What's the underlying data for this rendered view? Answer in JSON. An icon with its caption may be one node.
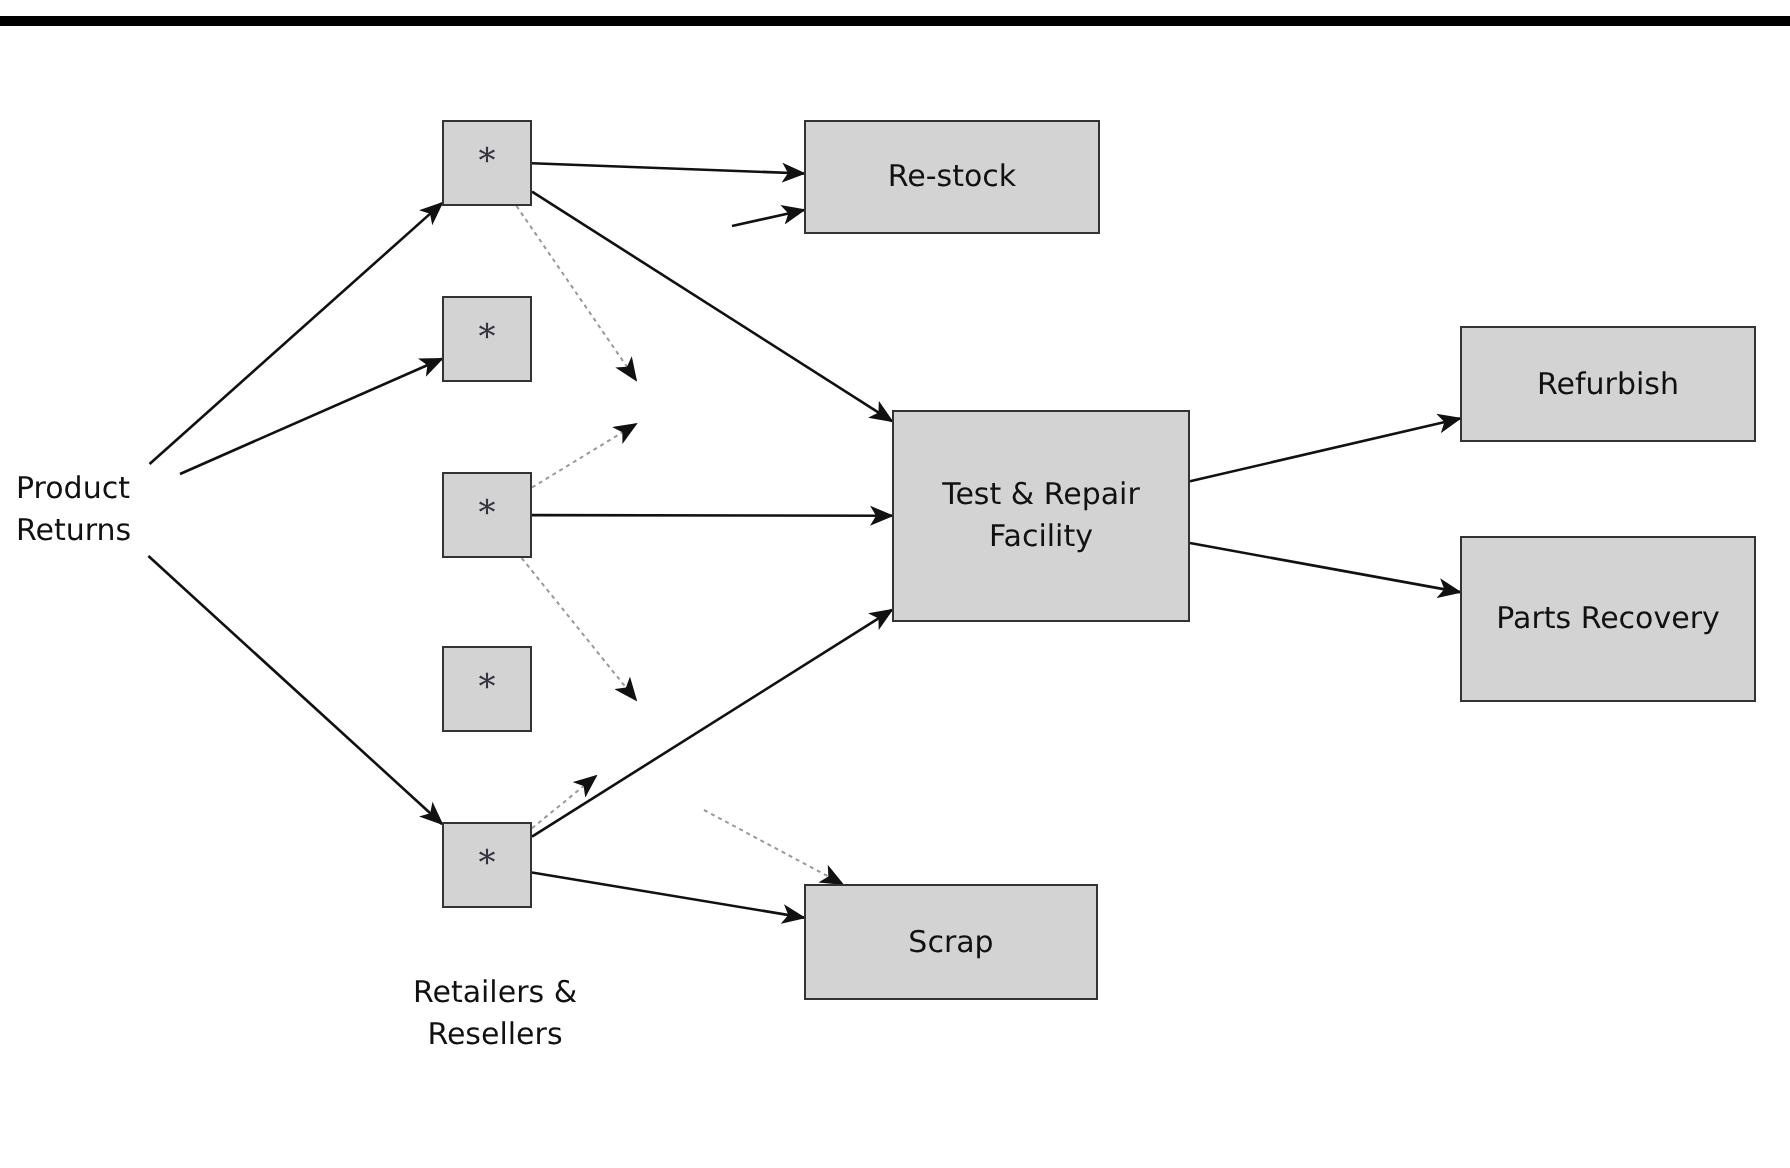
{
  "diagram": {
    "nodes": [
      {
        "text": [
          "Product Returns"
        ]
      },
      {
        "text": [
          "*"
        ]
      },
      {
        "text": [
          "*"
        ]
      },
      {
        "text": [
          "*"
        ]
      },
      {
        "text": [
          "*"
        ]
      },
      {
        "text": [
          "*"
        ]
      },
      {
        "text": [
          "Re-stock"
        ]
      },
      {
        "text": [
          "Test & Repair Facility"
        ]
      },
      {
        "text": [
          "Scrap"
        ]
      },
      {
        "text": [
          "Refurbish"
        ]
      },
      {
        "text": [
          "Parts Recovery"
        ]
      }
    ],
    "edges": [
      {
        "from": 0,
        "to": 1,
        "arrow": "to"
      },
      {
        "from": 0,
        "to": 2,
        "arrow": "to"
      },
      {
        "from": 0,
        "to": 5,
        "arrow": "to"
      },
      {
        "from": 1,
        "to": 6,
        "arrow": "to"
      },
      {
        "from": 1,
        "to": 7,
        "arrow": "to"
      },
      {
        "from": 1,
        "to": null,
        "arrow": "to",
        "style": "dashed",
        "color": "#999999"
      },
      {
        "from": 3,
        "to": null,
        "arrow": "to",
        "style": "dashed",
        "color": "#999999"
      },
      {
        "from": 3,
        "to": 7,
        "arrow": "to"
      },
      {
        "from": 3,
        "to": null,
        "arrow": "to",
        "style": "dashed",
        "color": "#999999"
      },
      {
        "from": 5,
        "to": null,
        "arrow": "to",
        "style": "dashed",
        "color": "#999999"
      },
      {
        "from": 5,
        "to": 7,
        "arrow": "to"
      },
      {
        "from": 5,
        "to": 8,
        "arrow": "to"
      },
      {
        "from": null,
        "to": 6,
        "arrow": "to"
      },
      {
        "from": null,
        "to": 8,
        "arrow": "to",
        "style": "dashed",
        "color": "#999999"
      },
      {
        "from": 7,
        "to": 9,
        "arrow": "to"
      },
      {
        "from": 7,
        "to": 10,
        "arrow": "to"
      }
    ],
    "labels": [
      "Retailers & Resellers"
    ]
  }
}
